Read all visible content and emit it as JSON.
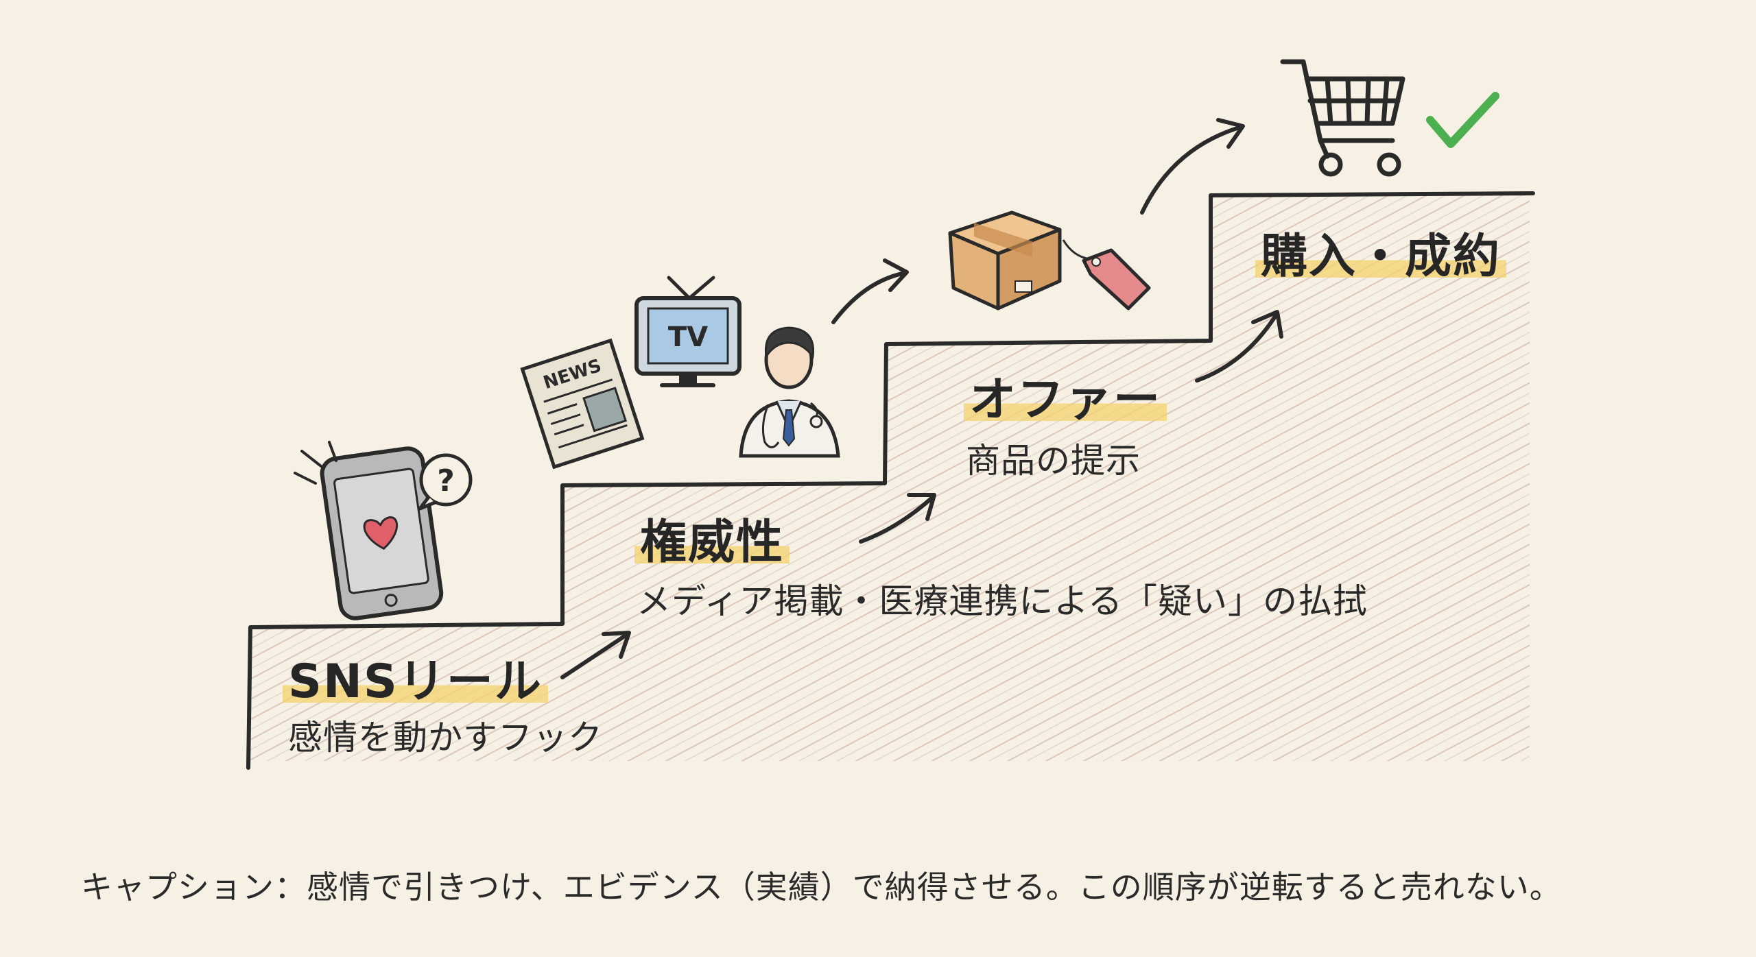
{
  "steps": [
    {
      "title": "SNSリール",
      "subtitle": "感情を動かすフック"
    },
    {
      "title": "権威性",
      "subtitle": "メディア掲載・医療連携による「疑い」の払拭"
    },
    {
      "title": "オファー",
      "subtitle": "商品の提示"
    },
    {
      "title": "購入・成約",
      "subtitle": ""
    }
  ],
  "icons": {
    "tv_text": "TV",
    "news_text": "NEWS",
    "question_mark": "?"
  },
  "caption": "キャプション：感情で引きつけ、エビデンス（実績）で納得させる。この順序が逆転すると売れない。",
  "colors": {
    "background": "#f6f1e4",
    "highlight": "#f5d26e",
    "ink": "#2b2b2b",
    "heart": "#e0606a",
    "check": "#4caf50",
    "box": "#e2b27a",
    "tag": "#e48a8a",
    "tv_screen": "#a9c9e4"
  }
}
